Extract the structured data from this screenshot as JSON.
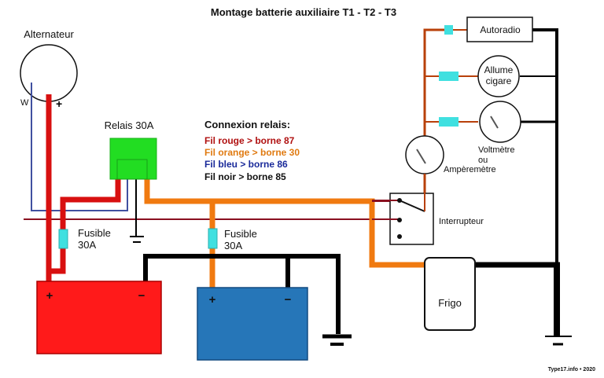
{
  "title": "Montage batterie auxiliaire T1 - T2 - T3",
  "colors": {
    "red_wire": "#d81010",
    "orange_wire": "#f07a10",
    "blue_wire": "#4050a0",
    "dark_red_wire": "#8a1020",
    "black_wire": "#000000",
    "fuse": "#40e0e0",
    "relay": "#22dd22",
    "battery_main": "#ff1a1a",
    "battery_aux": "#2676b8"
  },
  "alternator": {
    "label": "Alternateur",
    "terminal_w": "W",
    "terminal_plus": "+"
  },
  "relay": {
    "label": "Relais 30A"
  },
  "legend": {
    "heading": "Connexion relais:",
    "items": [
      {
        "text": "Fil rouge > borne 87",
        "color": "#b01010"
      },
      {
        "text": "Fil orange > borne 30",
        "color": "#e07a10"
      },
      {
        "text": "Fil bleu > borne 86",
        "color": "#1a2a9a"
      },
      {
        "text": "Fil noir > borne 85",
        "color": "#111111"
      }
    ]
  },
  "fuses": [
    {
      "label_line1": "Fusible",
      "label_line2": "30A"
    },
    {
      "label_line1": "Fusible",
      "label_line2": "30A"
    }
  ],
  "battery_main": {
    "plus": "+",
    "minus": "−"
  },
  "battery_aux": {
    "plus": "+",
    "minus": "−"
  },
  "consumers": {
    "autoradio": "Autoradio",
    "allume_line1": "Allume",
    "allume_line2": "cigare",
    "voltmetre_line1": "Voltmètre",
    "voltmetre_line2": "ou",
    "amperemetre": "Ampèremètre",
    "interrupteur": "Interrupteur",
    "frigo": "Frigo"
  },
  "credit": "Type17.info • 2020"
}
